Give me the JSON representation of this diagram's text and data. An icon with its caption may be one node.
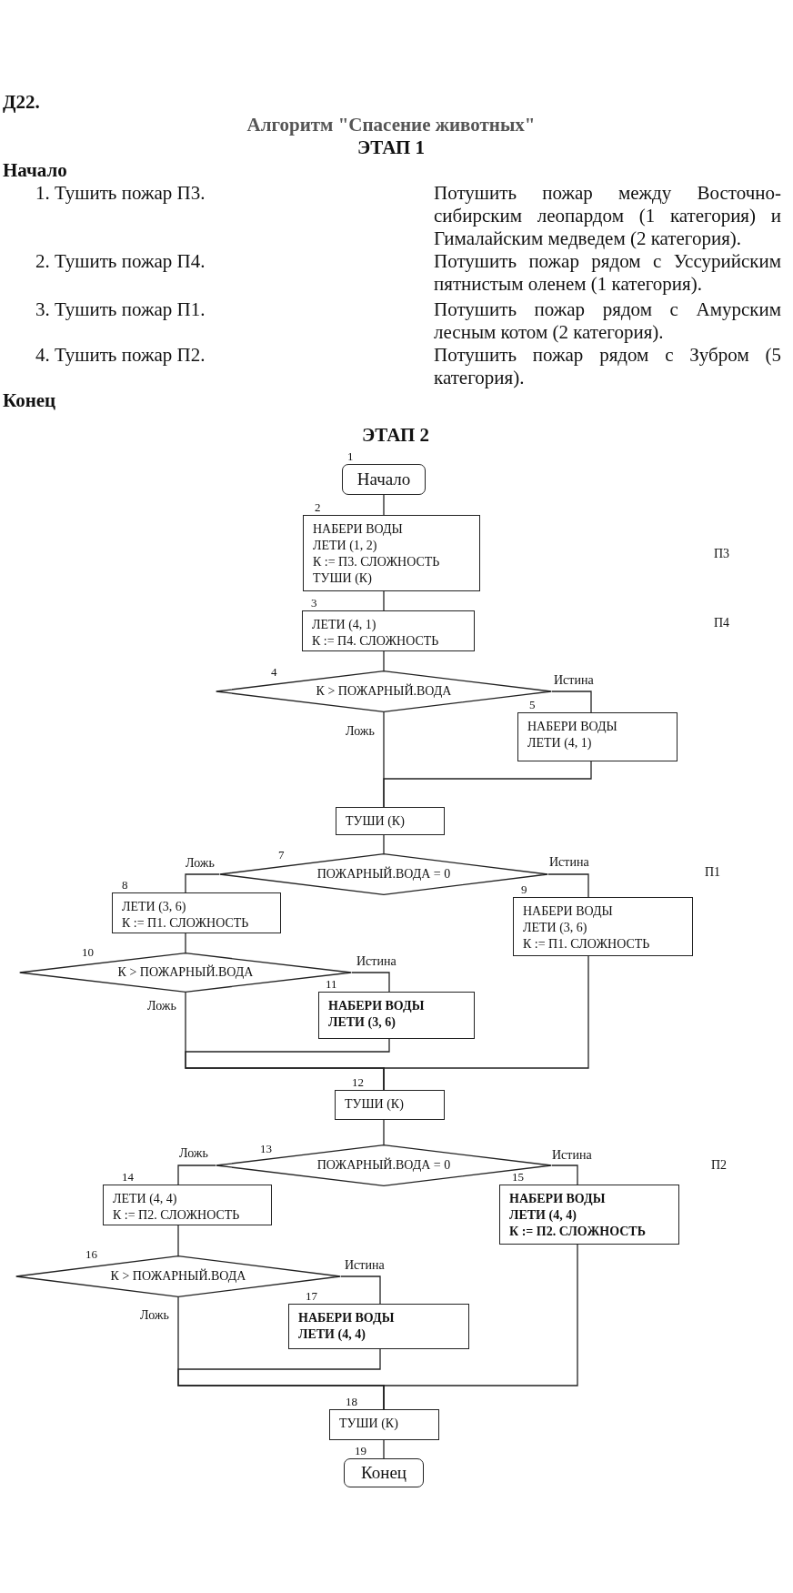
{
  "diagram": {
    "title": "Алгоритм \"Спасение животных\"",
    "nodes": [
      {
        "text": [
          "Начало"
        ],
        "beside": [
          "1"
        ]
      },
      {
        "text": [
          "НАБЕРИ ВОДЫ",
          "ЛЕТИ (1, 2)",
          "К := П3. СЛОЖНОСТЬ",
          "ТУШИ (К)"
        ],
        "beside": [
          "2"
        ]
      },
      {
        "text": [
          "ЛЕТИ (4, 1)",
          "К := П4. СЛОЖНОСТЬ"
        ],
        "beside": [
          "3"
        ]
      },
      {
        "text": [
          "К > ПОЖАРНЫЙ.ВОДА"
        ],
        "beside": [
          "4"
        ]
      },
      {
        "text": [
          "НАБЕРИ ВОДЫ",
          "ЛЕТИ (4, 1)"
        ],
        "beside": [
          "5"
        ]
      },
      {
        "text": [
          "ТУШИ (К)"
        ]
      },
      {
        "text": [
          "ПОЖАРНЫЙ.ВОДА = 0"
        ],
        "beside": [
          "7"
        ]
      },
      {
        "text": [
          "ЛЕТИ (3, 6)",
          "К := П1. СЛОЖНОСТЬ"
        ],
        "beside": [
          "8"
        ]
      },
      {
        "text": [
          "НАБЕРИ ВОДЫ",
          "ЛЕТИ (3, 6)",
          "К := П1. СЛОЖНОСТЬ"
        ],
        "beside": [
          "9"
        ]
      },
      {
        "text": [
          "К > ПОЖАРНЫЙ.ВОДА"
        ],
        "beside": [
          "10"
        ]
      },
      {
        "text": [
          "НАБЕРИ ВОДЫ",
          "ЛЕТИ (3, 6)"
        ],
        "beside": [
          "11"
        ]
      },
      {
        "text": [
          "ТУШИ (К)"
        ],
        "beside": [
          "12"
        ]
      },
      {
        "text": [
          "ПОЖАРНЫЙ.ВОДА = 0"
        ],
        "beside": [
          "13"
        ]
      },
      {
        "text": [
          "ЛЕТИ (4, 4)",
          "К := П2. СЛОЖНОСТЬ"
        ],
        "beside": [
          "14"
        ]
      },
      {
        "text": [
          "НАБЕРИ ВОДЫ",
          "ЛЕТИ (4, 4)",
          "К := П2. СЛОЖНОСТЬ"
        ],
        "beside": [
          "15"
        ]
      },
      {
        "text": [
          "К > ПОЖАРНЫЙ.ВОДА"
        ],
        "beside": [
          "16"
        ]
      },
      {
        "text": [
          "НАБЕРИ ВОДЫ",
          "ЛЕТИ (4, 4)"
        ],
        "beside": [
          "17"
        ]
      },
      {
        "text": [
          "ТУШИ (К)"
        ],
        "beside": [
          "18"
        ]
      },
      {
        "text": [
          "Конец"
        ],
        "beside": [
          "19"
        ]
      }
    ],
    "edges": [
      {
        "from": 0,
        "to": 1,
        "arrow": "none"
      },
      {
        "from": 1,
        "to": 2,
        "arrow": "none"
      },
      {
        "from": 2,
        "to": 3,
        "arrow": "none"
      },
      {
        "from": 3,
        "to": 4,
        "arrow": "none",
        "label": "Истина"
      },
      {
        "from": 3,
        "to": 5,
        "arrow": "none",
        "label": "Ложь"
      },
      {
        "from": 4,
        "to": 5,
        "arrow": "none"
      },
      {
        "from": 5,
        "to": 6,
        "arrow": "none"
      },
      {
        "from": 6,
        "to": 7,
        "arrow": "none",
        "label": "Ложь"
      },
      {
        "from": 6,
        "to": 8,
        "arrow": "none",
        "label": "Истина"
      },
      {
        "from": 7,
        "to": 9,
        "arrow": "none"
      },
      {
        "from": 9,
        "to": 10,
        "arrow": "none",
        "label": "Истина"
      },
      {
        "from": 9,
        "to": 11,
        "arrow": "none",
        "label": "Ложь"
      },
      {
        "from": 10,
        "to": 11,
        "arrow": "none"
      },
      {
        "from": 8,
        "to": 11,
        "arrow": "none"
      },
      {
        "from": 11,
        "to": 12,
        "arrow": "none"
      },
      {
        "from": 12,
        "to": 13,
        "arrow": "none",
        "label": "Ложь"
      },
      {
        "from": 12,
        "to": 14,
        "arrow": "none",
        "label": "Истина"
      },
      {
        "from": 13,
        "to": 15,
        "arrow": "none"
      },
      {
        "from": 15,
        "to": 16,
        "arrow": "none",
        "label": "Истина"
      },
      {
        "from": 15,
        "to": 17,
        "arrow": "none",
        "label": "Ложь"
      },
      {
        "from": 16,
        "to": 17,
        "arrow": "none"
      },
      {
        "from": 14,
        "to": 17,
        "arrow": "none"
      },
      {
        "from": 17,
        "to": 18,
        "arrow": "none"
      }
    ],
    "labels": [
      "Д22.",
      "ЭТАП 1",
      "Начало",
      "1. Тушить пожар П3.",
      "Потушить пожар между Восточно-сибирским леопардом (1 категория) и Гималайским медведем (2 категория).",
      "2. Тушить пожар П4.",
      "Потушить пожар рядом с Уссурийским пятнистым оленем (1 категория).",
      "3. Тушить пожар П1.",
      "Потушить пожар рядом с Амурским лесным котом (2 категория).",
      "4. Тушить пожар П2.",
      "Потушить пожар рядом с Зубром (5 категория).",
      "Конец",
      "ЭТАП 2",
      "П3",
      "П4",
      "П1",
      "П2"
    ]
  }
}
